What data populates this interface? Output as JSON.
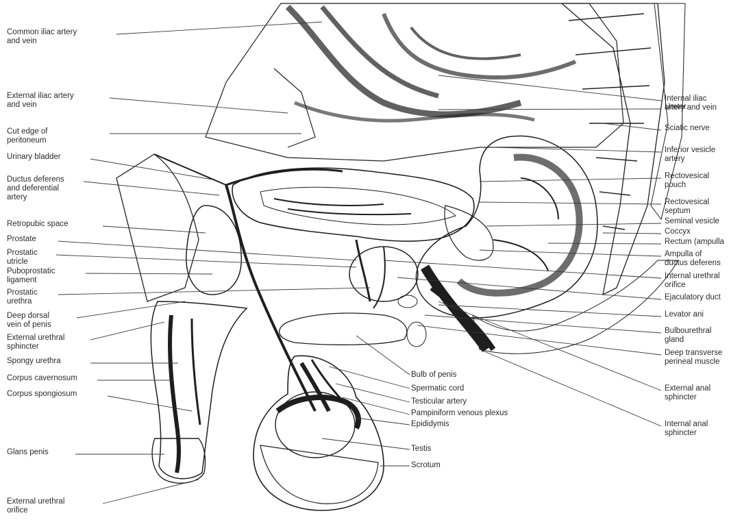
{
  "left_labels": [
    {
      "name": "label-common-iliac",
      "lines": [
        "Common iliac artery",
        "and vein"
      ]
    },
    {
      "name": "label-external-iliac",
      "lines": [
        "External iliac artery",
        "and vein"
      ]
    },
    {
      "name": "label-cut-edge-peritoneum",
      "lines": [
        "Cut edge of",
        "peritoneum"
      ]
    },
    {
      "name": "label-urinary-bladder",
      "lines": [
        "Urinary bladder"
      ]
    },
    {
      "name": "label-ductus-deferens-artery",
      "lines": [
        "Ductus deferens",
        "and deferential",
        "artery"
      ]
    },
    {
      "name": "label-retropubic-space",
      "lines": [
        "Retropubic space"
      ]
    },
    {
      "name": "label-prostate",
      "lines": [
        "Prostate"
      ]
    },
    {
      "name": "label-prostatic-utricle",
      "lines": [
        "Prostatic",
        "utricle"
      ]
    },
    {
      "name": "label-puboprostatic-ligament",
      "lines": [
        "Puboprostatic",
        "ligament"
      ]
    },
    {
      "name": "label-prostatic-urethra",
      "lines": [
        "Prostatic",
        "urethra"
      ]
    },
    {
      "name": "label-deep-dorsal-vein",
      "lines": [
        "Deep dorsal",
        "vein of penis"
      ]
    },
    {
      "name": "label-external-urethral-sphincter",
      "lines": [
        "External urethral",
        "sphincter"
      ]
    },
    {
      "name": "label-spongy-urethra",
      "lines": [
        "Spongy urethra"
      ]
    },
    {
      "name": "label-corpus-cavernosum",
      "lines": [
        "Corpus cavernosum"
      ]
    },
    {
      "name": "label-corpus-spongiosum",
      "lines": [
        "Corpus spongiosum"
      ]
    },
    {
      "name": "label-glans-penis",
      "lines": [
        "Glans penis"
      ]
    },
    {
      "name": "label-external-urethral-orifice",
      "lines": [
        "External urethral",
        "orifice"
      ]
    }
  ],
  "right_labels": [
    {
      "name": "label-internal-iliac",
      "lines": [
        "Internal iliac",
        "artery and vein"
      ]
    },
    {
      "name": "label-ureter",
      "lines": [
        "Ureter"
      ]
    },
    {
      "name": "label-sciatic-nerve",
      "lines": [
        "Sciatic nerve"
      ]
    },
    {
      "name": "label-inferior-vesicle-artery",
      "lines": [
        "Inferior vesicle",
        "artery"
      ]
    },
    {
      "name": "label-rectovesical-pouch",
      "lines": [
        "Rectovesical",
        "pouch"
      ]
    },
    {
      "name": "label-rectovesical-septum",
      "lines": [
        "Rectovesical",
        "septum"
      ]
    },
    {
      "name": "label-seminal-vesicle",
      "lines": [
        "Seminal vesicle"
      ]
    },
    {
      "name": "label-coccyx",
      "lines": [
        "Coccyx"
      ]
    },
    {
      "name": "label-rectum-ampulla",
      "lines": [
        "Rectum (ampulla"
      ]
    },
    {
      "name": "label-ampulla-ductus",
      "lines": [
        "Ampulla of",
        "ductus deferens"
      ]
    },
    {
      "name": "label-internal-urethral-orifice",
      "lines": [
        "Internal urethral",
        "orifice"
      ]
    },
    {
      "name": "label-ejaculatory-duct",
      "lines": [
        "Ejaculatory duct"
      ]
    },
    {
      "name": "label-levator-ani",
      "lines": [
        "Levator ani"
      ]
    },
    {
      "name": "label-bulbourethral-gland",
      "lines": [
        "Bulbourethral",
        "gland"
      ]
    },
    {
      "name": "label-deep-transverse-perineal",
      "lines": [
        "Deep transverse",
        "perineal muscle"
      ]
    },
    {
      "name": "label-external-anal-sphincter",
      "lines": [
        "External anal",
        "sphincter"
      ]
    },
    {
      "name": "label-internal-anal-sphincter",
      "lines": [
        "Internal anal",
        "sphincter"
      ]
    }
  ],
  "center_labels": [
    {
      "name": "label-bulb-of-penis",
      "lines": [
        "Bulb of penis"
      ]
    },
    {
      "name": "label-spermatic-cord",
      "lines": [
        "Spermatic cord"
      ]
    },
    {
      "name": "label-testicular-artery",
      "lines": [
        "Testicular artery"
      ]
    },
    {
      "name": "label-pampiniform-plexus",
      "lines": [
        "Pampiniform venous plexus"
      ]
    },
    {
      "name": "label-epididymis",
      "lines": [
        "Epididymis"
      ]
    },
    {
      "name": "label-testis",
      "lines": [
        "Testis"
      ]
    },
    {
      "name": "label-scrotum",
      "lines": [
        "Scrotum"
      ]
    }
  ]
}
